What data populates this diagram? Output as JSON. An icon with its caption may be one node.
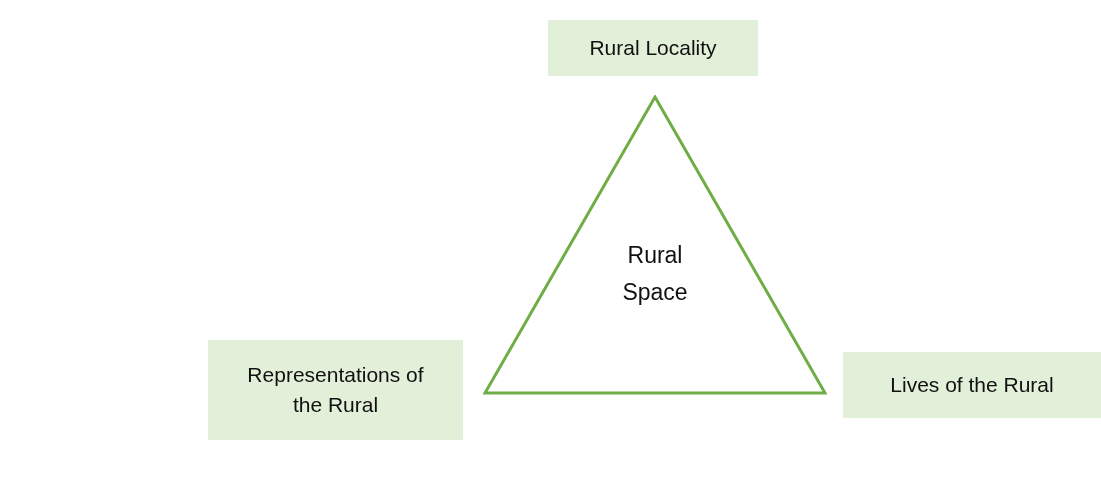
{
  "diagram": {
    "nodes": [
      {
        "text": [
          "Rural Locality"
        ]
      },
      {
        "text": [
          "Rural Space"
        ]
      },
      {
        "text": [
          "Representations of the Rural"
        ]
      },
      {
        "text": [
          "Lives of the Rural"
        ]
      }
    ]
  }
}
